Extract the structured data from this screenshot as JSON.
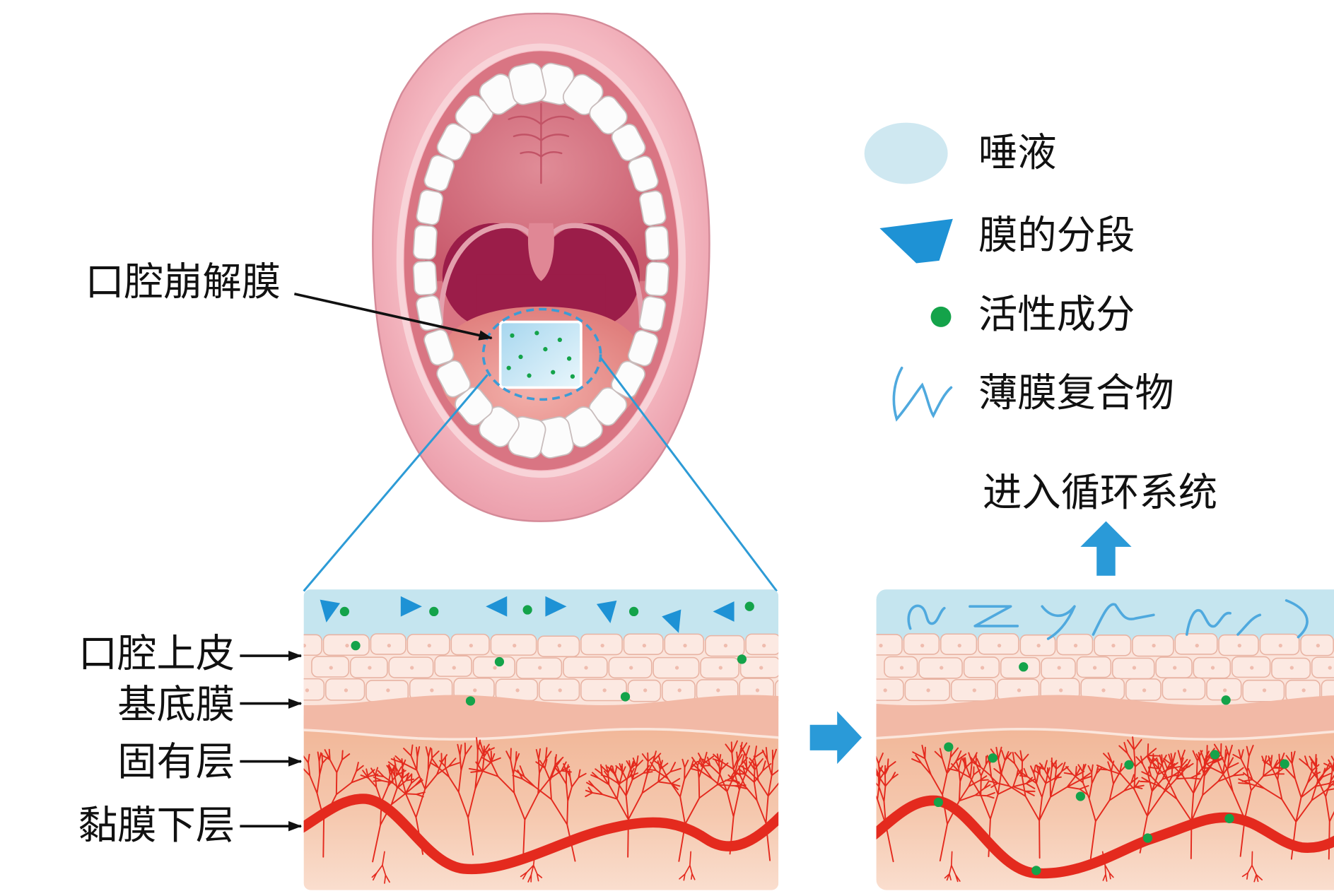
{
  "film_label": "口腔崩解膜",
  "legend": {
    "saliva": {
      "label": "唾液",
      "icon": "light-blue-ellipse",
      "color": "#cfe8f1"
    },
    "film_segment": {
      "label": "膜的分段",
      "icon": "blue-quadrilateral",
      "color": "#1e92d5"
    },
    "active_ingredient": {
      "label": "活性成分",
      "icon": "green-dot",
      "color": "#14a34a"
    },
    "film_complex": {
      "label": "薄膜复合物",
      "icon": "blue-squiggle",
      "color": "#4fa9de"
    }
  },
  "tissue_layers": {
    "epithelium": "口腔上皮",
    "basement_membrane": "基底膜",
    "lamina_propria": "固有层",
    "submucosa": "黏膜下层"
  },
  "circulation_label": "进入循环系统",
  "colors": {
    "saliva_layer": "#c5e5ef",
    "vessel": "#e42a1e",
    "arrow": "#2a9ad8",
    "zoom_line": "#2d9bd6",
    "pointer": "#111111"
  }
}
